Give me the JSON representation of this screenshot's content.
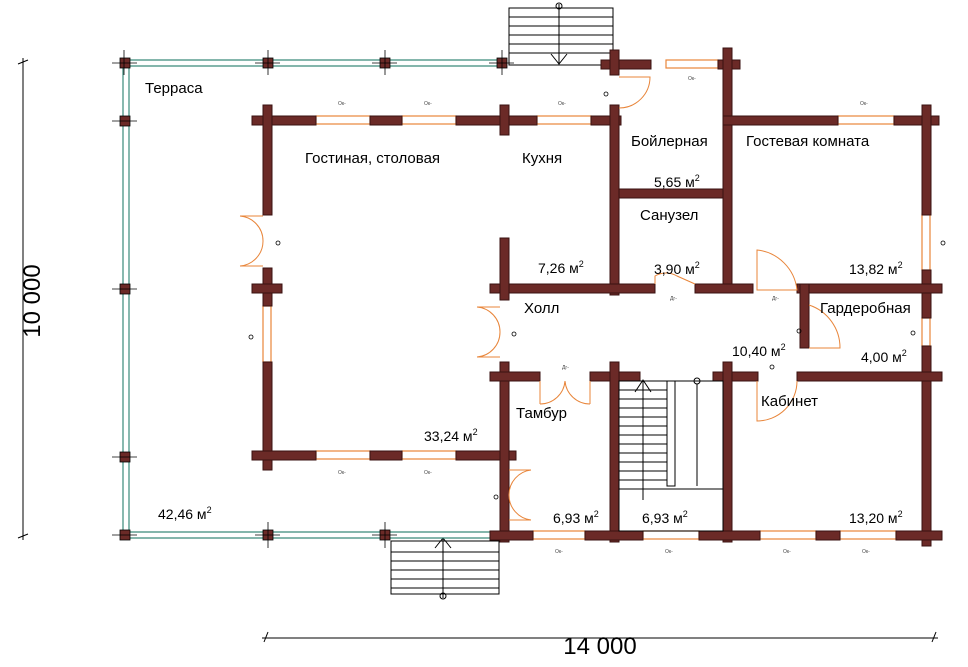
{
  "colors": {
    "wall": "#6b2a27",
    "wall_edge": "#3a1210",
    "window_frame": "#e8853a",
    "terrace_rail": "#3a8a7a",
    "line": "#000000"
  },
  "rooms": {
    "terrace": "Терраса",
    "living": "Гостиная, столовая",
    "kitchen": "Кухня",
    "boiler": "Бойлерная",
    "guest": "Гостевая комната",
    "bathroom": "Санузел",
    "hall": "Холл",
    "wardrobe": "Гардеробная",
    "vestibule": "Тамбур",
    "office": "Кабинет"
  },
  "areas": {
    "boiler": {
      "value": "5,65 м",
      "sup": "2"
    },
    "living_top": {
      "value": "7,26 м",
      "sup": "2"
    },
    "bathroom": {
      "value": "3,90 м",
      "sup": "2"
    },
    "guest": {
      "value": "13,82 м",
      "sup": "2"
    },
    "hall": {
      "value": "10,40 м",
      "sup": "2"
    },
    "wardrobe": {
      "value": "4,00 м",
      "sup": "2"
    },
    "living": {
      "value": "33,24 м",
      "sup": "2"
    },
    "terrace": {
      "value": "42,46 м",
      "sup": "2"
    },
    "vestibule": {
      "value": "6,93 м",
      "sup": "2"
    },
    "stair": {
      "value": "6,93 м",
      "sup": "2"
    },
    "office": {
      "value": "13,20 м",
      "sup": "2"
    }
  },
  "dimensions": {
    "width": "14 000",
    "height": "10 000"
  },
  "annotations": {
    "window_mark": "Ок-",
    "door_mark": "Дг-"
  }
}
